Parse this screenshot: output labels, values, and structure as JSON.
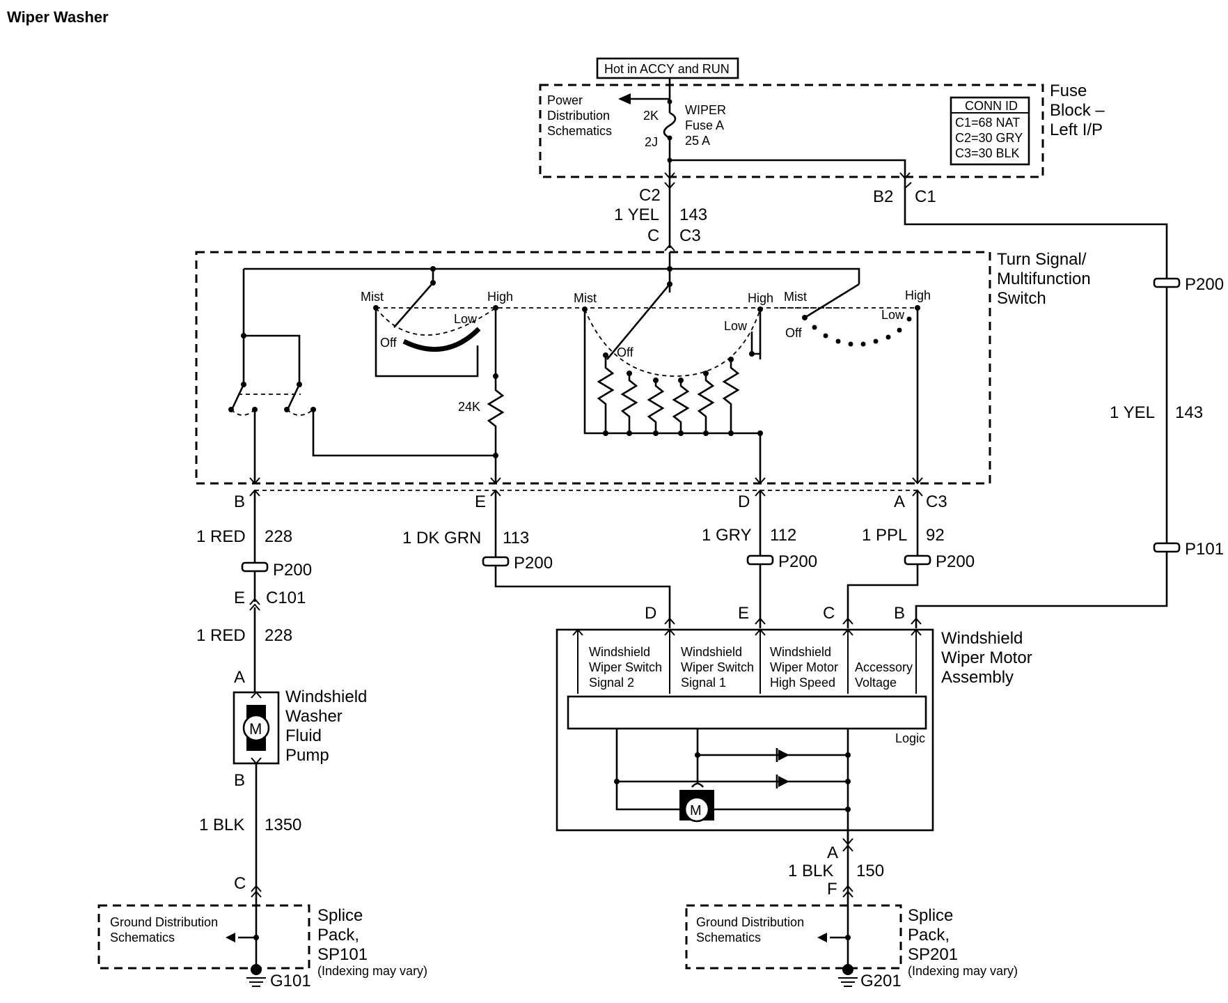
{
  "title": "Wiper Washer",
  "supply": "Hot in ACCY and RUN",
  "fuse_block": {
    "name_lines": [
      "Fuse",
      "Block –",
      "Left I/P"
    ],
    "power_ref_lines": [
      "Power",
      "Distribution",
      "Schematics"
    ],
    "fuse_lines": [
      "WIPER",
      "Fuse A",
      "25 A"
    ],
    "terminal_in": "2K",
    "terminal_out": "2J",
    "conn_id": {
      "header": "CONN ID",
      "rows": [
        "C1=68 NAT",
        "C2=30 GRY",
        "C3=30 BLK"
      ]
    }
  },
  "switch": {
    "name_lines": [
      "Turn Signal/",
      "Multifunction",
      "Switch"
    ],
    "positions": {
      "mist": "Mist",
      "high": "High",
      "low": "Low",
      "off": "Off"
    },
    "resistor": "24K"
  },
  "connectors": {
    "fb_c2": "C2",
    "fb_b2": "B2",
    "fb_c1": "C1",
    "sw_c": "C",
    "sw_c3_top": "C3",
    "sw_b": "B",
    "sw_e": "E",
    "sw_d": "D",
    "sw_a": "A",
    "sw_c3_bottom": "C3",
    "c101_e": "E",
    "c101": "C101",
    "pump_a": "A",
    "pump_b": "B",
    "gnd1_c": "C",
    "motor_d": "D",
    "motor_e": "E",
    "motor_c": "C",
    "motor_b": "B",
    "motor_a": "A",
    "gnd2_f": "F"
  },
  "wires": {
    "feed": {
      "color": "1 YEL",
      "circuit": "143"
    },
    "right_feed": {
      "color": "1 YEL",
      "circuit": "143"
    },
    "washer_a": {
      "color": "1 RED",
      "circuit": "228"
    },
    "washer_b": {
      "color": "1 RED",
      "circuit": "228"
    },
    "dk_grn": {
      "color": "1 DK GRN",
      "circuit": "113"
    },
    "gry": {
      "color": "1 GRY",
      "circuit": "112"
    },
    "ppl": {
      "color": "1 PPL",
      "circuit": "92"
    },
    "pump_ground": {
      "color": "1 BLK",
      "circuit": "1350"
    },
    "motor_ground": {
      "color": "1 BLK",
      "circuit": "150"
    }
  },
  "passthrough": {
    "p200": "P200",
    "p101": "P101"
  },
  "washer_pump": {
    "name_lines": [
      "Windshield",
      "Washer",
      "Fluid",
      "Pump"
    ],
    "symbol": "M"
  },
  "wiper_motor": {
    "name_lines": [
      "Windshield",
      "Wiper Motor",
      "Assembly"
    ],
    "inputs": [
      [
        "Windshield",
        "Wiper Switch",
        "Signal 2"
      ],
      [
        "Windshield",
        "Wiper Switch",
        "Signal 1"
      ],
      [
        "Windshield",
        "Wiper Motor",
        "High Speed"
      ],
      [
        "Accessory",
        "Voltage"
      ]
    ],
    "logic": "Logic",
    "symbol": "M"
  },
  "grounds": [
    {
      "ref_lines": [
        "Ground Distribution",
        "Schematics"
      ],
      "name_lines": [
        "Splice",
        "Pack,",
        "SP101"
      ],
      "note": "(Indexing may vary)",
      "ground": "G101"
    },
    {
      "ref_lines": [
        "Ground Distribution",
        "Schematics"
      ],
      "name_lines": [
        "Splice",
        "Pack,",
        "SP201"
      ],
      "note": "(Indexing may vary)",
      "ground": "G201"
    }
  ]
}
